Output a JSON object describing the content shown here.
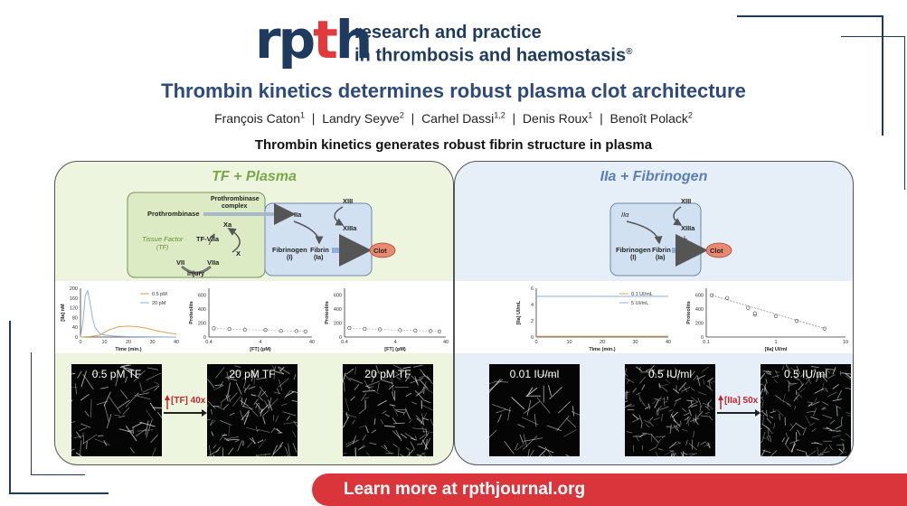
{
  "logo": {
    "mark_r": "r",
    "mark_p": "p",
    "mark_t": "t",
    "mark_h": "h",
    "line1": "research and practice",
    "line2": "in thrombosis and haemostasis",
    "reg": "®"
  },
  "title": "Thrombin kinetics determines robust plasma clot architecture",
  "authors": [
    {
      "name": "François Caton",
      "sup": "1"
    },
    {
      "name": "Landry Seyve",
      "sup": "2"
    },
    {
      "name": "Carhel Dassi",
      "sup": "1,2"
    },
    {
      "name": "Denis Roux",
      "sup": "1"
    },
    {
      "name": "Benoît Polack",
      "sup": "2"
    }
  ],
  "author_sep": "|",
  "subtitle": "Thrombin kinetics generates robust fibrin structure in plasma",
  "left_panel": {
    "heading": "TF + Plasma",
    "scheme": {
      "prothrombinase": "Prothrombinase",
      "complex_l1": "Prothrombinase",
      "complex_l2": "complex",
      "xa": "Xa",
      "x": "X",
      "tf": "Tissue Factor",
      "tf_abbr": "(TF)",
      "tfvila": "TF-VIIa",
      "vii": "VII",
      "viia": "VIIa",
      "injury": "Injury",
      "iia": "IIa",
      "xiii": "XIII",
      "xiiia": "XIIIa",
      "fibrinogen": "Fibrinogen",
      "fibrinogen_sub": "(I)",
      "fibrin": "Fibrin",
      "fibrin_sub": "(Ia)",
      "clot": "Clot"
    },
    "micros": [
      {
        "label": "0.5 pM TF"
      },
      {
        "label": "20 pM TF"
      },
      {
        "label": "20 pM TF"
      }
    ],
    "arrow_label": "[TF] 40x"
  },
  "right_panel": {
    "heading": "IIa + Fibrinogen",
    "scheme": {
      "iia": "IIα",
      "xiii": "XIII",
      "xiiia": "XIIIa",
      "fibrinogen": "Fibrinogen",
      "fibrinogen_sub": "(I)",
      "fibrin": "Fibrin",
      "fibrin_sub": "(Ia)",
      "clot": "Clot"
    },
    "micros": [
      {
        "label": "0.01 IU/ml"
      },
      {
        "label": "0.5 IU/ml"
      },
      {
        "label": "0.5 IU/ml"
      }
    ],
    "arrow_label": "[IIa] 50x"
  },
  "chart_data": [
    {
      "type": "line",
      "ylabel": "[IIa] nM",
      "xlabel": "Time (min.)",
      "ylim": [
        0,
        200
      ],
      "xlim": [
        0,
        40
      ],
      "yticks": [
        "0",
        "40",
        "80",
        "120",
        "160",
        "200"
      ],
      "xticks": [
        "0",
        "10",
        "20",
        "30",
        "40"
      ],
      "series": [
        {
          "name": "0.5 pM",
          "color": "#d9a25a",
          "x": [
            0,
            4,
            8,
            12,
            16,
            20,
            24,
            28,
            32,
            36,
            40
          ],
          "y": [
            0,
            2,
            8,
            30,
            42,
            45,
            42,
            35,
            25,
            18,
            12
          ]
        },
        {
          "name": "20 pM",
          "color": "#8fb0d8",
          "x": [
            0,
            1,
            2,
            3,
            4,
            5,
            6,
            8,
            10,
            14,
            20,
            30,
            40
          ],
          "y": [
            0,
            60,
            170,
            190,
            140,
            80,
            40,
            15,
            8,
            4,
            2,
            1,
            0
          ]
        }
      ]
    },
    {
      "type": "scatter",
      "ylabel": "Proteolits",
      "xlabel": "[FT] (pM)",
      "xscale": "log",
      "xlim": [
        0.4,
        40
      ],
      "ylim": [
        0,
        700
      ],
      "yticks": [
        "0",
        "200",
        "400",
        "600"
      ],
      "xticks": [
        "0.4",
        "4",
        "40"
      ],
      "x": [
        0.5,
        1,
        2,
        5,
        10,
        20,
        30
      ],
      "y": [
        125,
        115,
        105,
        100,
        88,
        85,
        80
      ]
    },
    {
      "type": "scatter",
      "ylabel": "Proteolits",
      "xlabel": "[FT] (pM)",
      "xscale": "log",
      "xlim": [
        0.4,
        40
      ],
      "ylim": [
        0,
        700
      ],
      "yticks": [
        "0",
        "200",
        "400",
        "600"
      ],
      "xticks": [
        "0.4",
        "4",
        "40"
      ],
      "x": [
        0.5,
        1,
        2,
        5,
        10,
        20,
        30
      ],
      "y": [
        130,
        118,
        110,
        98,
        92,
        86,
        80
      ]
    },
    {
      "type": "line",
      "ylabel": "[IIa] UI/mL",
      "xlabel": "Time (min.)",
      "xlim": [
        0,
        40
      ],
      "ylim": [
        0,
        6
      ],
      "yticks": [
        "0",
        "2",
        "4",
        "6"
      ],
      "xticks": [
        "0",
        "10",
        "20",
        "30",
        "40"
      ],
      "series": [
        {
          "name": "0.1 UI/mL",
          "color": "#d9a25a",
          "x": [
            0,
            40
          ],
          "y": [
            0.1,
            0.1
          ]
        },
        {
          "name": "5 UI/mL",
          "color": "#8fb0d8",
          "x": [
            0,
            40
          ],
          "y": [
            5,
            5
          ]
        }
      ]
    },
    {
      "type": "scatter",
      "ylabel": "Proteolits",
      "xlabel": "[IIa] UI/ml",
      "xscale": "log",
      "xlim": [
        0.1,
        10
      ],
      "ylim": [
        0,
        700
      ],
      "yticks": [
        "0",
        "200",
        "400",
        "600"
      ],
      "xticks": [
        "0.1",
        "1",
        "10"
      ],
      "x": [
        0.12,
        0.2,
        0.4,
        0.5,
        0.5,
        1,
        2,
        5
      ],
      "y": [
        600,
        560,
        420,
        320,
        340,
        300,
        230,
        120
      ]
    }
  ],
  "footer": "Learn more at rpthjournal.org",
  "colors": {
    "navy": "#1e3a5f",
    "red": "#e03a3e",
    "green_text": "#7aa64a",
    "blue_text": "#5a7fb5"
  }
}
